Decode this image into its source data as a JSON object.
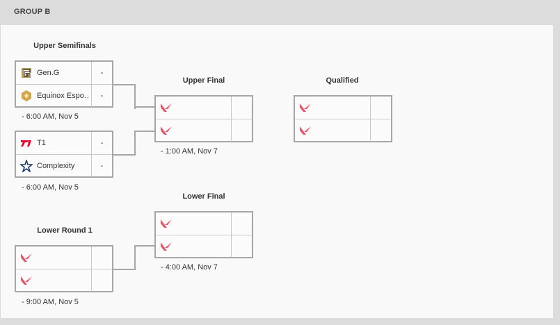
{
  "group": {
    "title": "GROUP B"
  },
  "rounds": {
    "upper_semifinals": "Upper Semifinals",
    "upper_final": "Upper Final",
    "qualified": "Qualified",
    "lower_final": "Lower Final",
    "lower_round_1": "Lower Round 1"
  },
  "matches": {
    "usf1": {
      "team1": {
        "name": "Gen.G",
        "score": "-",
        "logo": "geng-logo"
      },
      "team2": {
        "name": "Equinox Espo…",
        "score": "-",
        "logo": "equinox-logo"
      },
      "time": "- 6:00 AM, Nov 5"
    },
    "usf2": {
      "team1": {
        "name": "T1",
        "score": "-",
        "logo": "t1-logo"
      },
      "team2": {
        "name": "Complexity",
        "score": "-",
        "logo": "complexity-logo"
      },
      "time": "- 6:00 AM, Nov 5"
    },
    "uf": {
      "time": "- 1:00 AM, Nov 7",
      "placeholder_logo": "valorant-icon"
    },
    "qualified": {
      "placeholder_logo": "valorant-icon"
    },
    "lf": {
      "time": "- 4:00 AM, Nov 7",
      "placeholder_logo": "valorant-icon"
    },
    "lr1": {
      "time": "- 9:00 AM, Nov 5",
      "placeholder_logo": "valorant-icon"
    }
  },
  "colors": {
    "valorant_red": "#e8566a",
    "border": "#a6a6a6",
    "panel": "#f9f9f9",
    "header": "#dcdcdc"
  }
}
